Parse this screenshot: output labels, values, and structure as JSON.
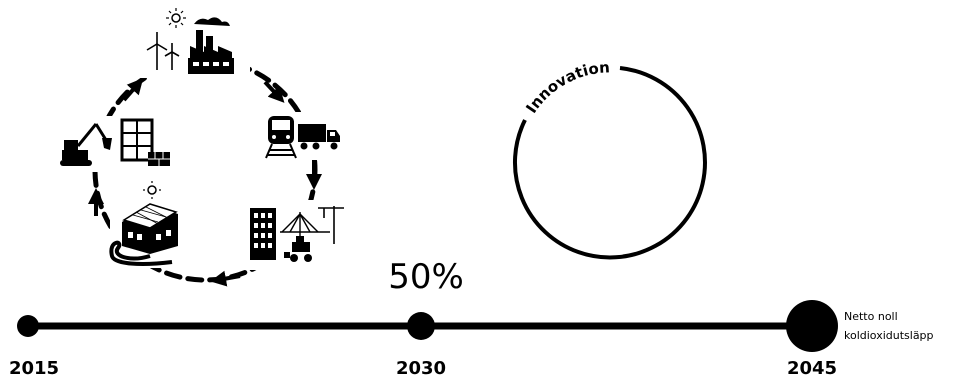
{
  "cycle": {
    "stages": [
      {
        "icon": "factory-wind-solar-icon"
      },
      {
        "icon": "train-truck-transport-icon"
      },
      {
        "icon": "city-bridge-construction-icon"
      },
      {
        "icon": "solar-house-icon"
      },
      {
        "icon": "excavator-building-icon"
      }
    ]
  },
  "innovation": {
    "label": "Innovation"
  },
  "milestone": {
    "value": "50%"
  },
  "timeline": {
    "points": [
      {
        "year": "2015"
      },
      {
        "year": "2030"
      },
      {
        "year": "2045"
      }
    ],
    "end_note_line1": "Netto noll",
    "end_note_line2": "koldioxidutsläpp"
  },
  "colors": {
    "ink": "#000000",
    "background": "#ffffff"
  }
}
